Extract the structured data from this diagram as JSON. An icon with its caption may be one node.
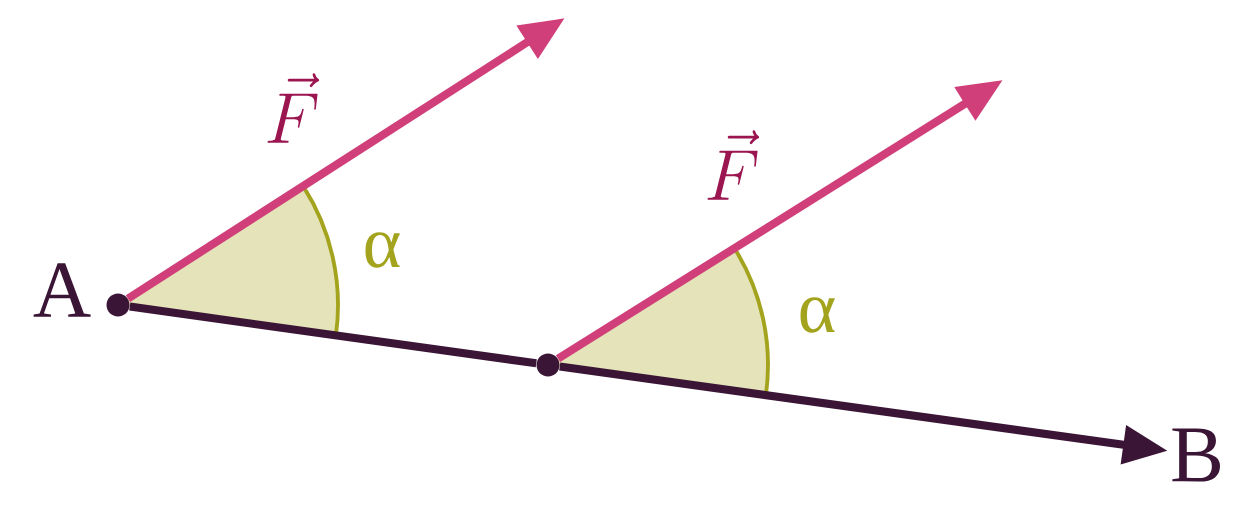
{
  "diagram": {
    "nodes": [
      {
        "text": [],
        "shape": "circle",
        "beside": [
          "A"
        ]
      },
      {
        "text": [
          "B"
        ]
      },
      {
        "text": [],
        "shape": "circle"
      }
    ],
    "edges": [
      {
        "from": 0,
        "to": 2,
        "arrow": "none",
        "color": "#3a1535"
      },
      {
        "from": 2,
        "to": 1,
        "arrow": "to",
        "color": "#3a1535"
      },
      {
        "from": 0,
        "to": null,
        "arrow": "to",
        "label": "\\vec{F}",
        "color": "#d03f7a"
      },
      {
        "from": 2,
        "to": null,
        "arrow": "to",
        "label": "\\vec{F}",
        "color": "#d03f7a"
      }
    ],
    "labels": [
      "α",
      "α"
    ]
  }
}
